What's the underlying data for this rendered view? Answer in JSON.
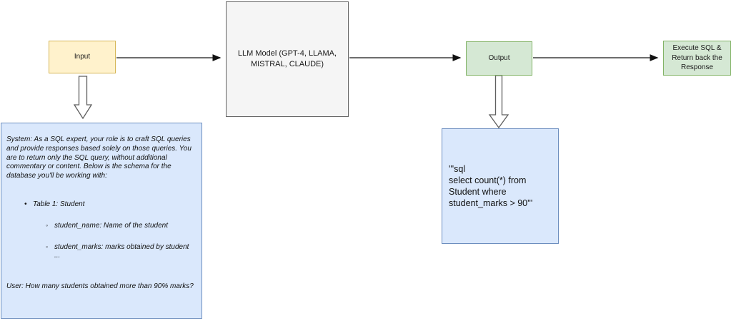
{
  "flow": {
    "input_label": "Input",
    "llm_label": "LLM Model (GPT-4, LLAMA, MISTRAL, CLAUDE)",
    "output_label": "Output",
    "execute_label": "Execute SQL & Return back the Response"
  },
  "prompt_box": {
    "system_paragraph": "System: As a SQL expert, your role is to craft SQL queries and provide responses based solely on those queries. You are to return only the SQL query, without additional commentary or content. Below is the schema for the database you'll be working with:",
    "bullet_marker": "•",
    "table_bullet": "Table 1: Student",
    "sub_bullet_marker": "◦",
    "field_bullets": [
      "student_name: Name of the student",
      "student_marks: marks obtained by student"
    ],
    "ellipsis": "...",
    "user_paragraph": "User: How many students obtained more than 90% marks?"
  },
  "sql_box": {
    "lines": [
      "'''sql",
      "select count(*) from",
      "Student where",
      "student_marks > 90'''"
    ]
  },
  "colors": {
    "input_fill": "#FFF2CC",
    "input_border": "#D6B656",
    "llm_fill": "#F5F5F5",
    "llm_border": "#666666",
    "output_fill": "#D5E8D4",
    "output_border": "#82B366",
    "prompt_fill": "#DAE8FC",
    "prompt_border": "#6C8EBF",
    "connector_color": "#3d3d3d"
  }
}
